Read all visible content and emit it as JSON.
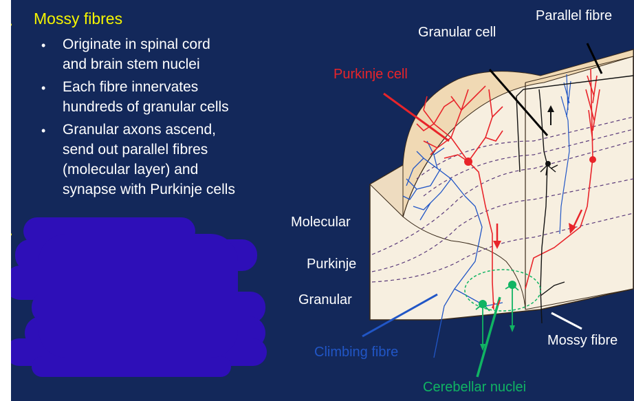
{
  "bullets": [
    {
      "heading": "Mossy fibres",
      "subitems": [
        [
          "Originate in spinal cord",
          "and brain stem nuclei"
        ],
        [
          "Each fibre innervates",
          "hundreds of granular cells"
        ],
        [
          "Granular axons ascend,",
          "send out parallel fibres",
          "(molecular layer) and",
          "synapse with Purkinje cells"
        ]
      ]
    }
  ],
  "labels": {
    "parallel_fibre": "Parallel fibre",
    "granular_cell": "Granular cell",
    "purkinje_cell": "Purkinje cell",
    "molecular": "Molecular",
    "purkinje": "Purkinje",
    "granular": "Granular",
    "climbing_fibre": "Climbing fibre",
    "mossy_fibre": "Mossy fibre",
    "cerebellar_nuclei": "Cerebellar nuclei"
  },
  "colors": {
    "background": "#13285a",
    "heading": "#f5f500",
    "text": "#ffffff",
    "purkinje": "#e8242a",
    "climbing": "#2156c6",
    "nuclei": "#10b463",
    "redaction": "#2e0fb8",
    "tissue": "#f7efe0",
    "tissue_top": "#f0d9b4"
  }
}
